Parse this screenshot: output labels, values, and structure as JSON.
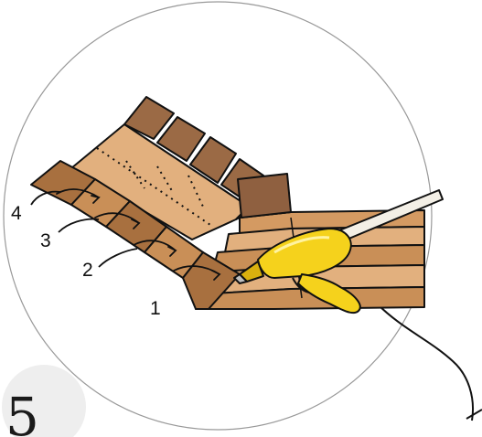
{
  "step": {
    "number": "5"
  },
  "callouts": [
    {
      "label": "1"
    },
    {
      "label": "2"
    },
    {
      "label": "3"
    },
    {
      "label": "4"
    }
  ],
  "colors": {
    "cardboard_light": "#e2b07e",
    "cardboard_mid": "#c98f57",
    "cardboard_dark": "#a8703f",
    "flap_brown": "#9b6a45",
    "glue_gun_yellow": "#f5d21c",
    "glue_gun_shadow": "#d9b00e",
    "outline": "#111111",
    "circle_stroke": "#999999",
    "badge_fill": "#eeeeee"
  },
  "icons": {
    "glue_gun": "glue-gun-icon",
    "arrows": "curved-arrow-icon"
  }
}
